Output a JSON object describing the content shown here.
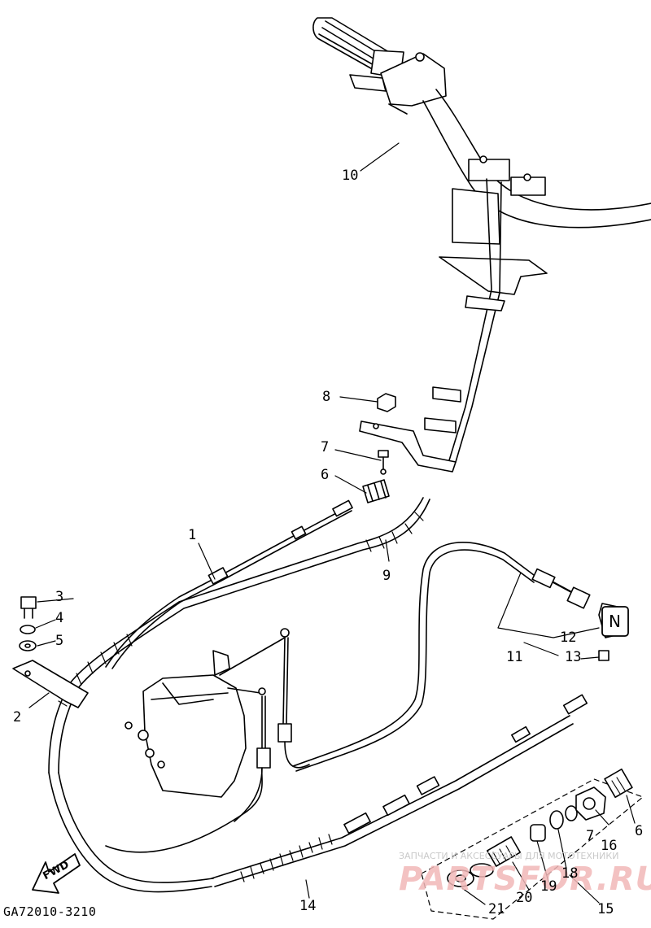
{
  "diagram_code": "GA72010-3210",
  "fwd_label": "FWD",
  "neutral_symbol": "N",
  "watermark": {
    "line1": "ЗАПЧАСТИ И АКСЕССУАРЫ ДЛЯ МОТОТЕХНИКИ",
    "line2": "PARTSFOR.RU"
  },
  "callouts": {
    "c1": "1",
    "c2": "2",
    "c3": "3",
    "c4": "4",
    "c5": "5",
    "c6a": "6",
    "c6b": "6",
    "c7a": "7",
    "c7b": "7",
    "c8": "8",
    "c9": "9",
    "c10": "10",
    "c11": "11",
    "c12": "12",
    "c13": "13",
    "c14": "14",
    "c15": "15",
    "c16": "16",
    "c18": "18",
    "c19": "19",
    "c20": "20",
    "c21": "21"
  },
  "colors": {
    "ink": "#000000",
    "paper": "#ffffff",
    "watermark": "#f2b8b8"
  }
}
